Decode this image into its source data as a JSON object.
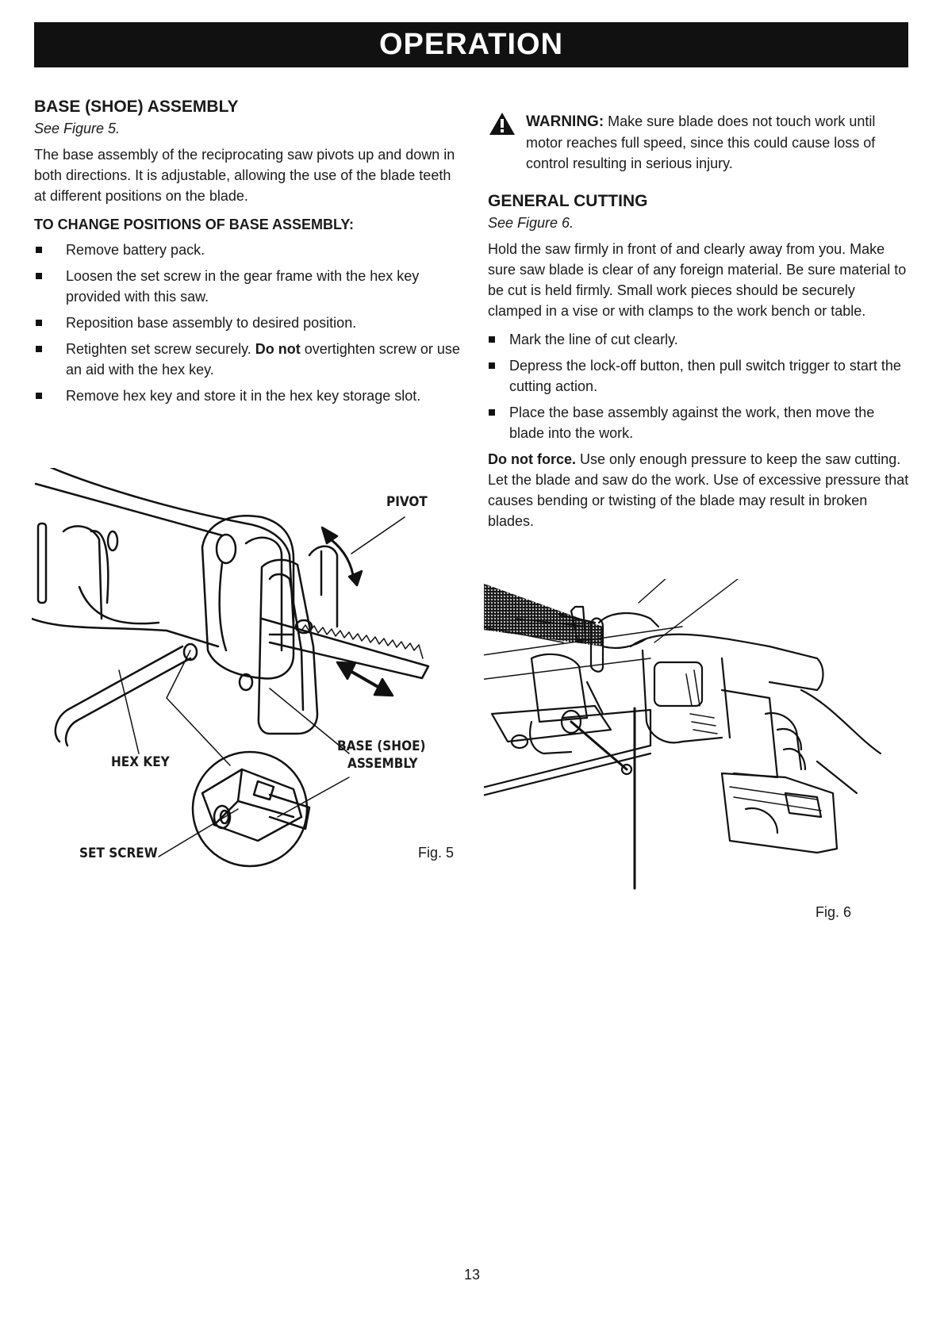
{
  "banner": {
    "title": "OPERATION"
  },
  "base_assembly": {
    "heading": "BASE (SHOE) ASSEMBLY",
    "see_figure": "See Figure 5.",
    "paragraph": "The base assembly of the reciprocating saw pivots up and down in both directions. It is adjustable, allowing the use of the blade teeth at different positions on the blade.",
    "subheading": "TO CHANGE POSITIONS OF BASE ASSEMBLY:",
    "steps": [
      {
        "text": "Remove battery pack."
      },
      {
        "text": "Loosen the set screw in the gear frame with the hex key provided with this saw."
      },
      {
        "text": "Reposition base assembly to desired position."
      },
      {
        "pre": "Retighten set screw securely. ",
        "bold": "Do not",
        "post": " overtighten screw or use an aid with the hex key."
      },
      {
        "text": "Remove hex key and store it in the hex key storage slot."
      }
    ]
  },
  "figure5": {
    "label": "Fig. 5",
    "callouts": {
      "pivot": "PIVOT",
      "hex_key": "HEX KEY",
      "base_shoe_1": "BASE (SHOE)",
      "base_shoe_2": "ASSEMBLY",
      "set_screw": "SET SCREW"
    }
  },
  "warning": {
    "label": "WARNING:",
    "text": " Make sure blade does not touch work until motor reaches full speed, since this could cause loss of control resulting in serious injury."
  },
  "general_cutting": {
    "heading": "GENERAL CUTTING",
    "see_figure": "See Figure 6.",
    "paragraph": "Hold the saw firmly in front of and clearly away from you. Make sure saw blade is clear of any foreign material. Be sure material to be cut is held firmly. Small work pieces should be securely clamped in a vise or with clamps to the work bench or table.",
    "steps": [
      "Mark the line of cut clearly.",
      "Depress the lock-off button, then pull switch trigger to start the cutting action.",
      "Place the base assembly against the work, then move the blade into the work."
    ],
    "force_bold": "Do not force.",
    "force_text": " Use only enough pressure to keep the saw cutting. Let the blade and saw do the work. Use of excessive pressure that causes bending or twisting of the blade may result in broken blades."
  },
  "figure6": {
    "label": "Fig. 6"
  },
  "footer": {
    "page_number": "13"
  }
}
